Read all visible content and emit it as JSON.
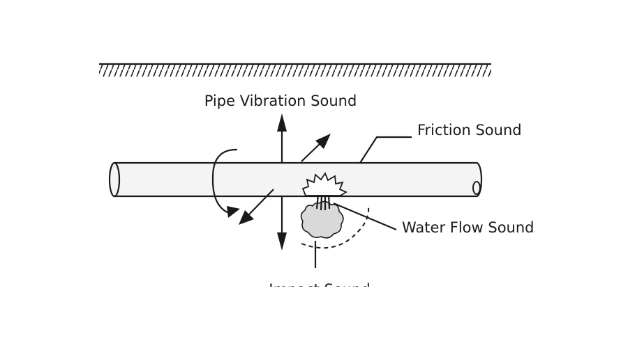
{
  "labels": {
    "pipe_vibration": "Pipe Vibration Sound",
    "friction": "Friction Sound",
    "water_flow": "Water Flow Sound",
    "impact": "Impact Sound"
  },
  "colors": {
    "line": "#1a1a1a",
    "pipe_fill": "#f4f4f4",
    "blob_fill": "#d9d9d9",
    "background": "#ffffff"
  }
}
